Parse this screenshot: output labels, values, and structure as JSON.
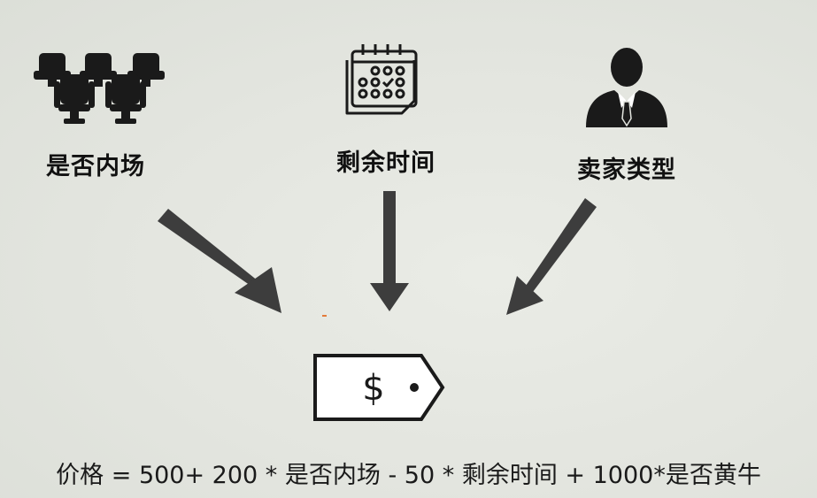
{
  "inputs": [
    {
      "id": "venue",
      "label": "是否内场",
      "icon": "theater-seats-icon"
    },
    {
      "id": "time",
      "label": "剩余时间",
      "icon": "calendar-icon"
    },
    {
      "id": "seller",
      "label": "卖家类型",
      "icon": "businessman-icon"
    }
  ],
  "output": {
    "icon": "price-tag-icon",
    "symbol": "$"
  },
  "formula": "价格 = 500+ 200 * 是否内场 - 50 * 剩余时间 + 1000*是否黄牛",
  "colors": {
    "background": "#e4e6e0",
    "arrow": "#3d3d3d",
    "icon": "#1a1a1a",
    "accent_dot": "#e37b3a"
  }
}
